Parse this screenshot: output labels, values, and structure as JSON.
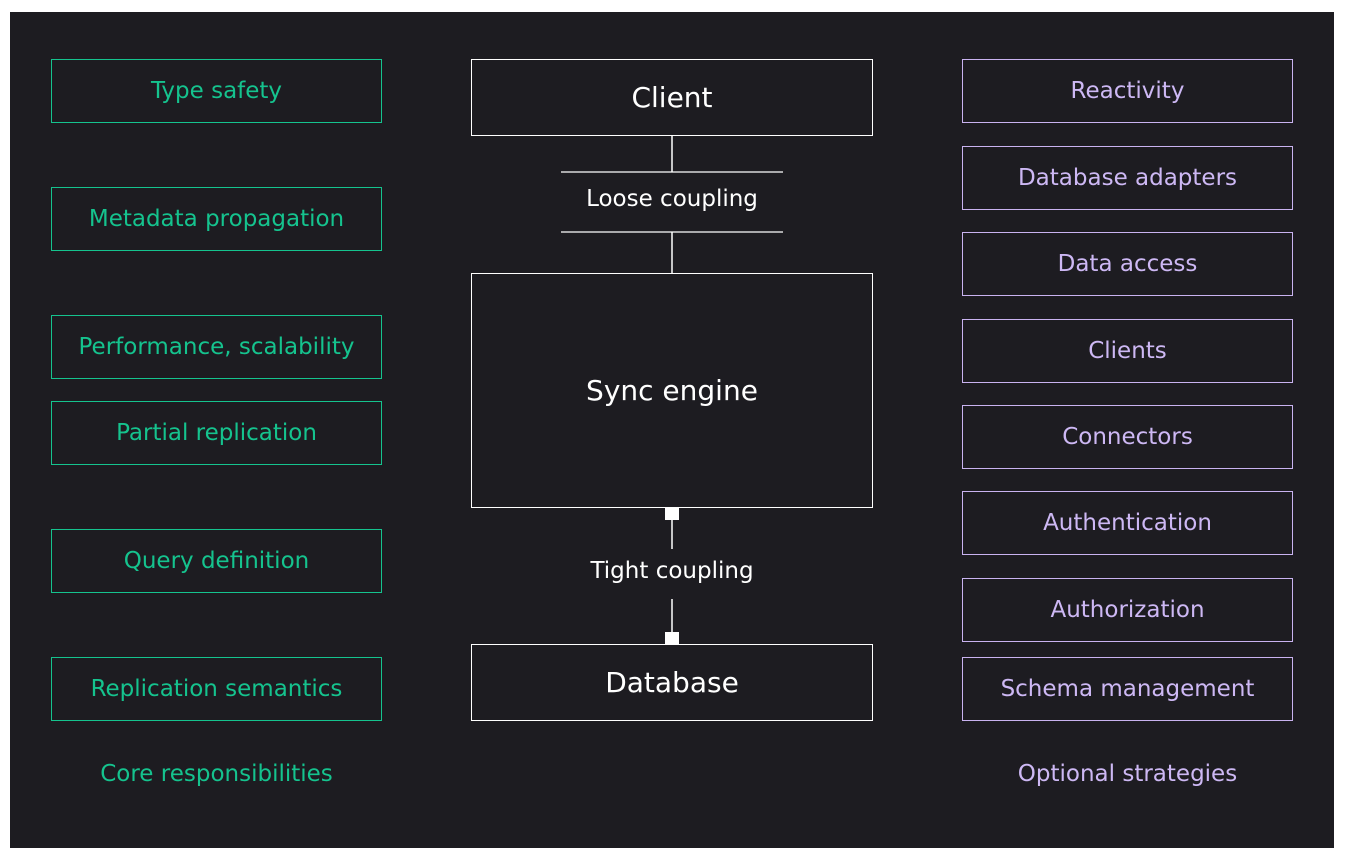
{
  "core": {
    "items": [
      {
        "label": "Type safety"
      },
      {
        "label": "Metadata propagation"
      },
      {
        "label": "Performance, scalability"
      },
      {
        "label": "Partial replication"
      },
      {
        "label": "Query definition"
      },
      {
        "label": "Replication semantics"
      }
    ],
    "caption": "Core responsibilities"
  },
  "center": {
    "client": "Client",
    "loose_coupling": "Loose coupling",
    "sync_engine": "Sync engine",
    "tight_coupling": "Tight coupling",
    "database": "Database"
  },
  "optional": {
    "items": [
      {
        "label": "Reactivity"
      },
      {
        "label": "Database adapters"
      },
      {
        "label": "Data access"
      },
      {
        "label": "Clients"
      },
      {
        "label": "Connectors"
      },
      {
        "label": "Authentication"
      },
      {
        "label": "Authorization"
      },
      {
        "label": "Schema management"
      }
    ],
    "caption": "Optional strategies"
  },
  "colors": {
    "background": "#1d1c21",
    "core_accent": "#15c38e",
    "optional_accent": "#cdb8f4",
    "center_stroke": "#ffffff"
  }
}
